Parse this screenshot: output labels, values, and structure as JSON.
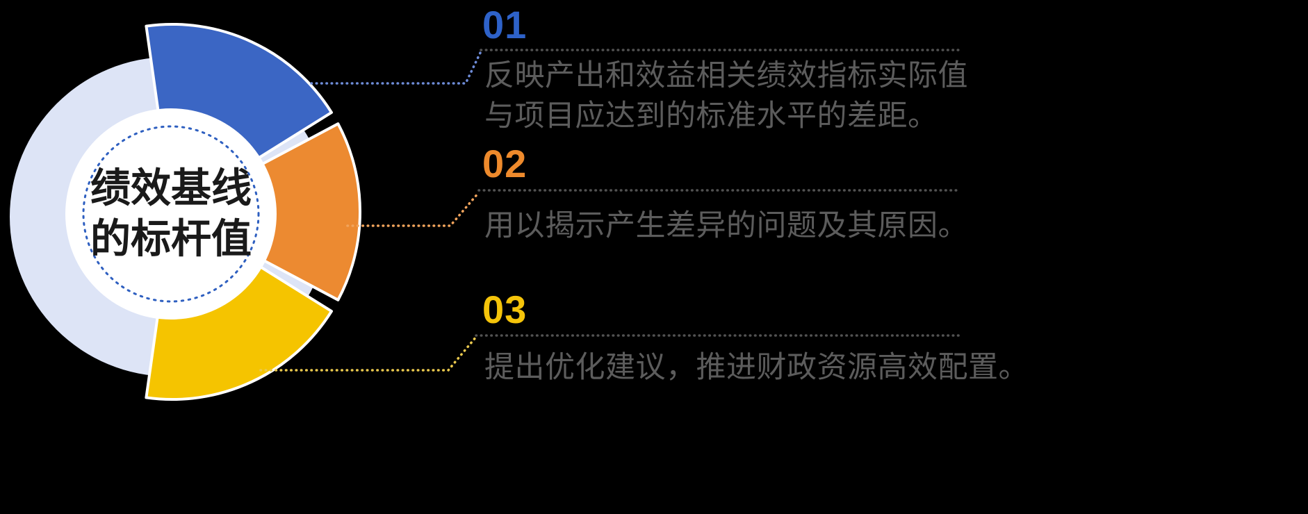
{
  "background_color": "#000000",
  "center_circle": {
    "line1": "绩效基线",
    "line2": "的标杆值",
    "text_color": "#1a1a1a",
    "fill_color": "#ffffff",
    "ring_color": "#2e5fc0",
    "halo_color": "#dde4f6"
  },
  "segments": [
    {
      "name": "blue-segment",
      "color": "#3b66c4"
    },
    {
      "name": "orange-segment",
      "color": "#ec8a31"
    },
    {
      "name": "yellow-segment",
      "color": "#f5c400"
    }
  ],
  "items": [
    {
      "number": "01",
      "accent": "#2e62c9",
      "connector": "#6e8cd8",
      "text": "反映产出和效益相关绩效指标实际值与项目应达到的标准水平的差距。"
    },
    {
      "number": "02",
      "accent": "#ee8a2c",
      "connector": "#f2a45c",
      "text": "用以揭示产生差异的问题及其原因。"
    },
    {
      "number": "03",
      "accent": "#f5c40a",
      "connector": "#eac94e",
      "text": "提出优化建议，推进财政资源高效配置。"
    }
  ],
  "body_text_color": "#5c5c5c",
  "divider_color": "#525252"
}
